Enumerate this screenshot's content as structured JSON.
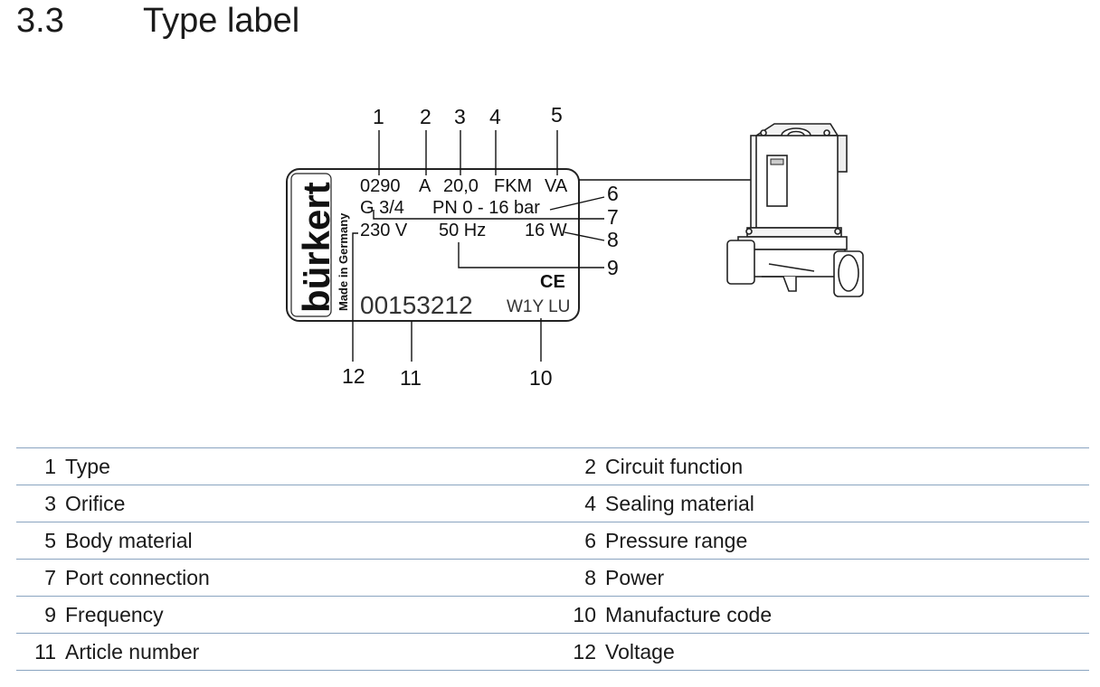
{
  "section": {
    "number": "3.3",
    "title": "Type label"
  },
  "label_plate": {
    "brand": "bürkert",
    "made_in": "Made in Germany",
    "line1": {
      "type": "0290",
      "circuit": "A",
      "orifice": "20,0",
      "seal": "FKM",
      "body": "VA"
    },
    "line2": {
      "port": "G 3/4",
      "pressure": "PN 0 - 16 bar"
    },
    "line3": {
      "voltage": "230 V",
      "frequency": "50 Hz",
      "power": "16 W"
    },
    "ce_mark": "CE",
    "article": "00153212",
    "manufacture": "W1Y LU"
  },
  "callouts": [
    "1",
    "2",
    "3",
    "4",
    "5",
    "6",
    "7",
    "8",
    "9",
    "10",
    "11",
    "12"
  ],
  "legend": [
    [
      {
        "num": "1",
        "label": "Type"
      },
      {
        "num": "2",
        "label": "Circuit function"
      }
    ],
    [
      {
        "num": "3",
        "label": "Orifice"
      },
      {
        "num": "4",
        "label": "Sealing material"
      }
    ],
    [
      {
        "num": "5",
        "label": "Body material"
      },
      {
        "num": "6",
        "label": "Pressure range"
      }
    ],
    [
      {
        "num": "7",
        "label": "Port connection"
      },
      {
        "num": "8",
        "label": "Power"
      }
    ],
    [
      {
        "num": "9",
        "label": "Frequency"
      },
      {
        "num": "10",
        "label": "Manufacture code"
      }
    ],
    [
      {
        "num": "11",
        "label": "Article number"
      },
      {
        "num": "12",
        "label": "Voltage"
      }
    ]
  ]
}
